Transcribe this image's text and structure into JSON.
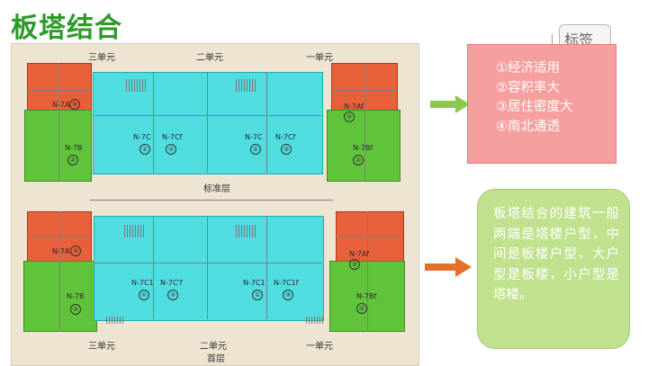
{
  "title": "板塔结合",
  "plan": {
    "unit_three": "三单元",
    "unit_two": "二单元",
    "unit_one": "一单元",
    "upper_floor_name": "标准层",
    "lower_floor_name": "首层",
    "upper_rooms": {
      "tl": "N-7A",
      "tl_num": "③",
      "bl": "N-7B",
      "bl_num": "②",
      "c1": "N-7C",
      "c1_num": "①",
      "c2": "N-7Cf",
      "c2_num": "②",
      "c3": "N-7C",
      "c3_num": "①",
      "c4": "N-7Cf",
      "c4_num": "③",
      "tr": "N-7Af",
      "tr_num": "③",
      "br": "N-7Bf",
      "br_num": "②"
    },
    "lower_rooms": {
      "tl": "N-7A",
      "tl_num": "③",
      "bl": "N-7B",
      "bl_num": "②",
      "c1": "N-7C1",
      "c1_num": "①",
      "c2": "N-7C'f",
      "c2_num": "②",
      "c3": "N-7C1",
      "c3_num": "①",
      "c4": "N-7C1f",
      "c4_num": "③",
      "tr": "N-7Af",
      "tr_num": "③",
      "br": "N-7Bf",
      "br_num": "②"
    }
  },
  "tag": {
    "label": "标签"
  },
  "features": [
    "①经济适用",
    "②容积率大",
    "③居住密度大",
    "④南北通透"
  ],
  "description": "板塔结合的建筑一般两端是塔楼户型，中间是板楼户型，大户型是板楼，小户型是塔楼。",
  "colors": {
    "title": "#2e9a2a",
    "pink_card": "#f59f9e",
    "green_card": "#c0e18e",
    "arrow_green": "#8cc84b",
    "arrow_orange": "#e4702e"
  }
}
